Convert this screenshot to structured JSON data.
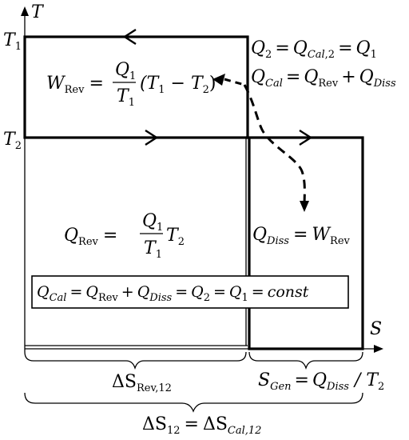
{
  "axes": {
    "y_label": "T",
    "x_label": "S",
    "t1_label": "T",
    "t1_sub": "1",
    "t2_label": "T",
    "t2_sub": "2"
  },
  "equations": {
    "q2": {
      "q": "Q",
      "q_sub": "2",
      "eq": "=",
      "qcal": "Q",
      "qcal_sub": "Cal",
      "qcal_sub2": ",2",
      "eq2": "=",
      "q1": "Q",
      "q1_sub": "1"
    },
    "qcal_top": {
      "qcal": "Q",
      "qcal_sub": "Cal",
      "eq": "=",
      "qrev": "Q",
      "qrev_sub": "Rev",
      "plus": "+",
      "qdiss": "Q",
      "qdiss_sub": "Diss"
    },
    "w_rev": {
      "w": "W",
      "w_sub": "Rev",
      "eq": "=",
      "num": "Q",
      "num_sub": "1",
      "den": "T",
      "den_sub": "1",
      "paren": "(T",
      "t1_sub": "1",
      "minus": " − T",
      "t2_sub": "2",
      "close": ")"
    },
    "q_rev": {
      "q": "Q",
      "q_sub": "Rev",
      "eq": "=",
      "num": "Q",
      "num_sub": "1",
      "den": "T",
      "den_sub": "1",
      "t": "T",
      "t_sub": "2"
    },
    "q_diss": {
      "q": "Q",
      "q_sub": "Diss",
      "eq": "=",
      "w": "W",
      "w_sub": "Rev"
    },
    "boxed": {
      "qcal": "Q",
      "qcal_sub": "Cal",
      "eq1": "=",
      "qrev": "Q",
      "qrev_sub": "Rev",
      "plus": "+",
      "qdiss": "Q",
      "qdiss_sub": "Diss",
      "eq2": "=",
      "q2": "Q",
      "q2_sub": "2",
      "eq3": "=",
      "q1": "Q",
      "q1_sub": "1",
      "eq4": "=",
      "const": "const"
    },
    "delta_s_rev": {
      "delta": "ΔS",
      "sub": "Rev,12"
    },
    "s_gen": {
      "s": "S",
      "s_sub": "Gen",
      "eq": "=",
      "q": "Q",
      "q_sub": "Diss",
      "slash": " / T",
      "t_sub": "2"
    },
    "delta_s_total": {
      "delta": "ΔS",
      "sub": "12",
      "eq": "=",
      "delta2": "ΔS",
      "sub2": "Cal,12"
    }
  }
}
